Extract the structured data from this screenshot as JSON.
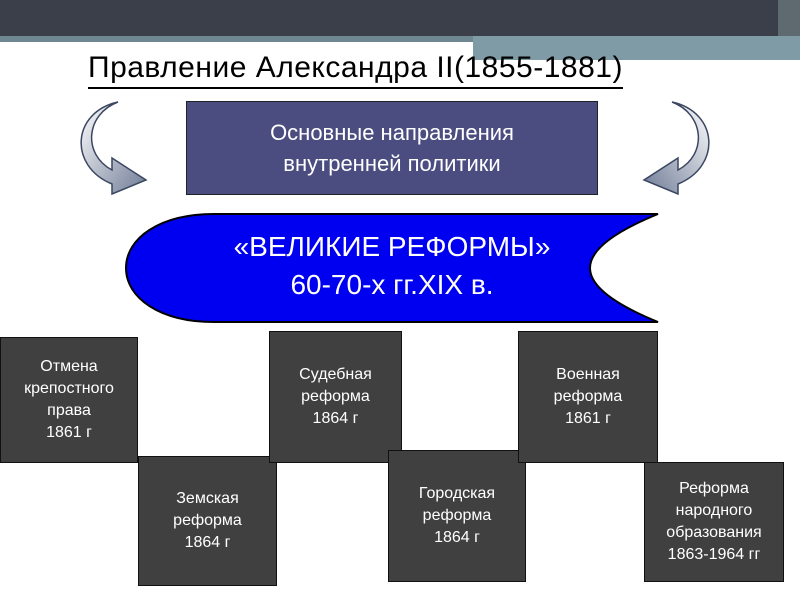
{
  "slide": {
    "title": "Правление Александра II(1855-1881)",
    "main_box": "Основные направления\nвнутренней политики",
    "great_reforms": "«ВЕЛИКИЕ РЕФОРМЫ»\n60-70-х гг.XIX в.",
    "reforms": [
      "Отмена\nкрепостного\nправа\n1861 г",
      "Земская\nреформа\n1864 г",
      "Судебная\nреформа\n1864 г",
      "Городская\nреформа\n1864 г",
      "Военная\nреформа\n1861 г",
      "Реформа\nнародного\nобразования\n1863-1964 гг"
    ]
  },
  "colors": {
    "main_box": "#4b4d80",
    "great_reforms_shape": "#0000f0",
    "reform_box": "#404040",
    "arrow_fill": "#6f7b96"
  },
  "icons": [
    "curved-arrow-left-icon",
    "curved-arrow-right-icon"
  ]
}
